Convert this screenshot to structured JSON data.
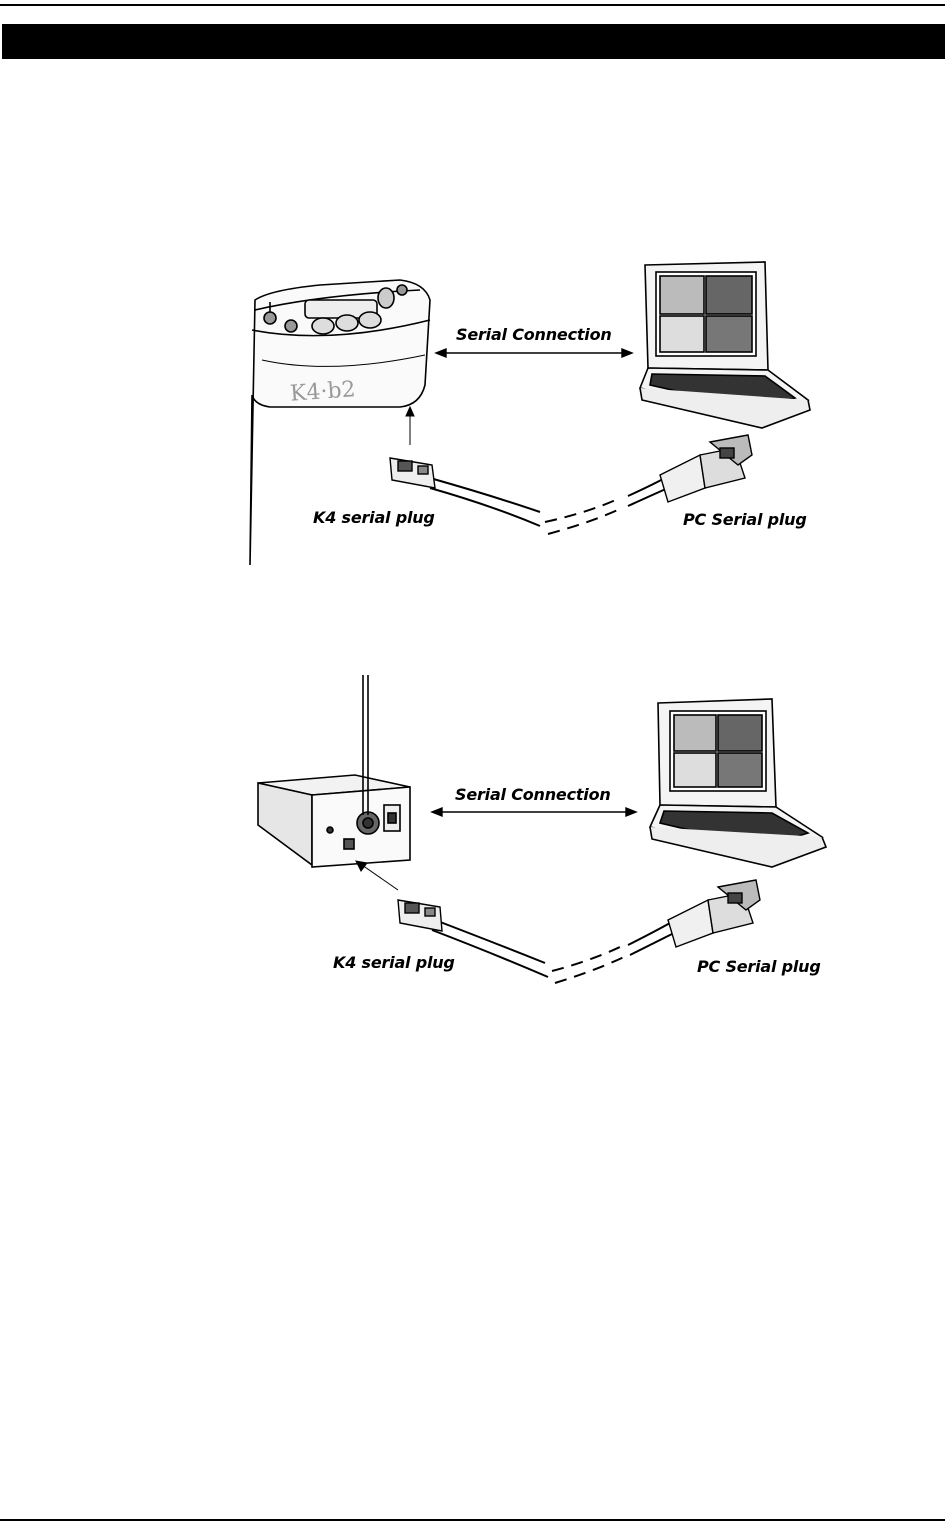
{
  "figures": [
    {
      "connection_label": "Serial Connection",
      "device_plug_label": "K4 serial plug",
      "pc_plug_label": "PC Serial plug",
      "device_marking": "K4 b2"
    },
    {
      "connection_label": "Serial Connection",
      "device_plug_label": "K4 serial plug",
      "pc_plug_label": "PC Serial plug"
    }
  ]
}
